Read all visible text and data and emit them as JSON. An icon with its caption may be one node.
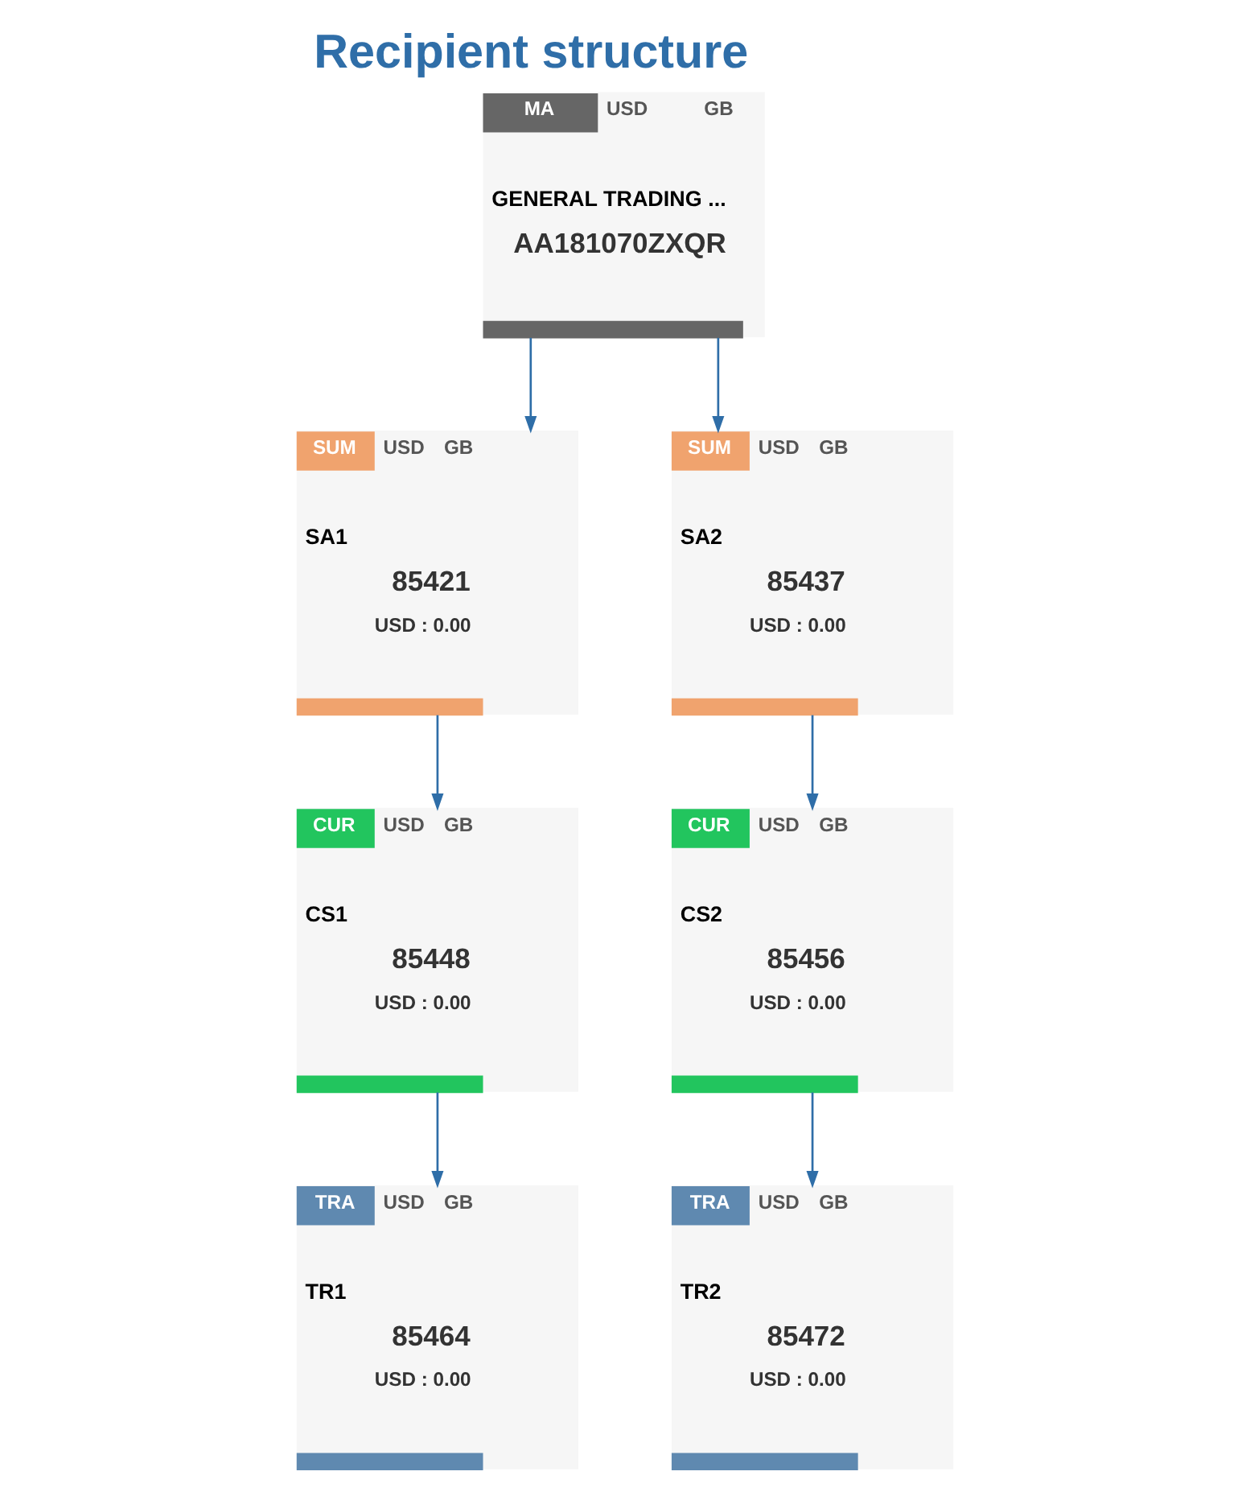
{
  "diagram": {
    "title": "Recipient structure",
    "nodes": [
      {
        "text": [
          "MA",
          "USD",
          "GB",
          "GENERAL TRADING ...",
          "AA181070ZXQR"
        ]
      },
      {
        "text": [
          "SUM",
          "USD",
          "GB",
          "SA1",
          "85421",
          "USD : 0.00"
        ]
      },
      {
        "text": [
          "SUM",
          "USD",
          "GB",
          "SA2",
          "85437",
          "USD : 0.00"
        ]
      },
      {
        "text": [
          "CUR",
          "USD",
          "GB",
          "CS1",
          "85448",
          "USD : 0.00"
        ]
      },
      {
        "text": [
          "CUR",
          "USD",
          "GB",
          "CS2",
          "85456",
          "USD : 0.00"
        ]
      },
      {
        "text": [
          "TRA",
          "USD",
          "GB",
          "TR1",
          "85464",
          "USD : 0.00"
        ]
      },
      {
        "text": [
          "TRA",
          "USD",
          "GB",
          "TR2",
          "85472",
          "USD : 0.00"
        ]
      }
    ],
    "edges": [
      {
        "from": 0,
        "to": 1,
        "arrow": "to"
      },
      {
        "from": 0,
        "to": 2,
        "arrow": "to"
      },
      {
        "from": 1,
        "to": 3,
        "arrow": "to"
      },
      {
        "from": 2,
        "to": 4,
        "arrow": "to"
      },
      {
        "from": 3,
        "to": 5,
        "arrow": "to"
      },
      {
        "from": 4,
        "to": 6,
        "arrow": "to"
      }
    ]
  }
}
